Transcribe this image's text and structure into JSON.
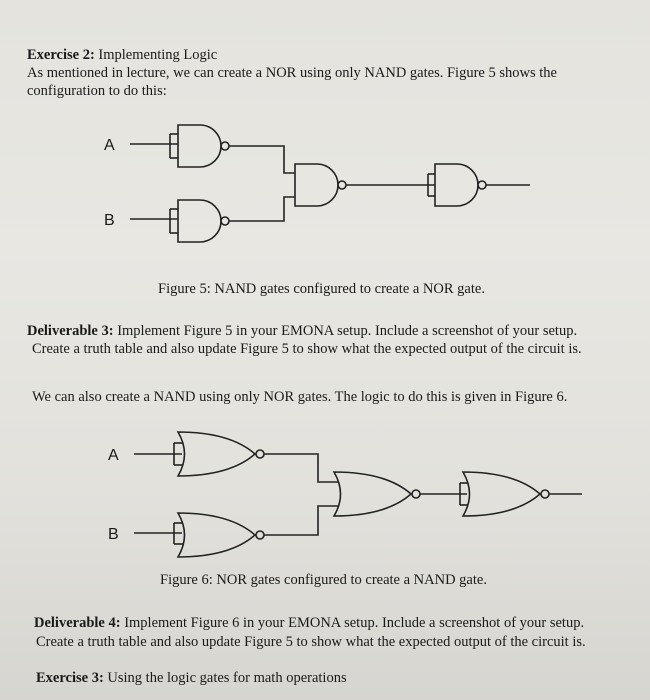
{
  "exercise2": {
    "heading": "Exercise 2:",
    "title": "Implementing Logic",
    "line1": "As mentioned in lecture, we can create a NOR using only NAND gates.  Figure 5 shows the",
    "line2": "configuration to do this:"
  },
  "figure5": {
    "input_a": "A",
    "input_b": "B",
    "caption": "Figure 5: NAND gates configured to create a NOR gate."
  },
  "deliverable3": {
    "heading": "Deliverable 3:",
    "line1": "Implement Figure 5 in your EMONA setup.  Include a screenshot of your setup.",
    "line2": "Create a truth table and also update Figure 5 to show what the expected output of the circuit is."
  },
  "nand_intro": "We can also create a NAND using only NOR gates.  The logic to do this is given in Figure 6.",
  "figure6": {
    "input_a": "A",
    "input_b": "B",
    "caption": "Figure 6: NOR gates configured to create a NAND gate."
  },
  "deliverable4": {
    "heading": "Deliverable 4:",
    "line1": "Implement Figure 6 in your EMONA setup.  Include a screenshot of your setup.",
    "line2": "Create a truth table and also update Figure 5 to show what the expected output of the circuit is."
  },
  "exercise3": {
    "heading": "Exercise 3:",
    "title": "Using the logic gates for math operations"
  }
}
